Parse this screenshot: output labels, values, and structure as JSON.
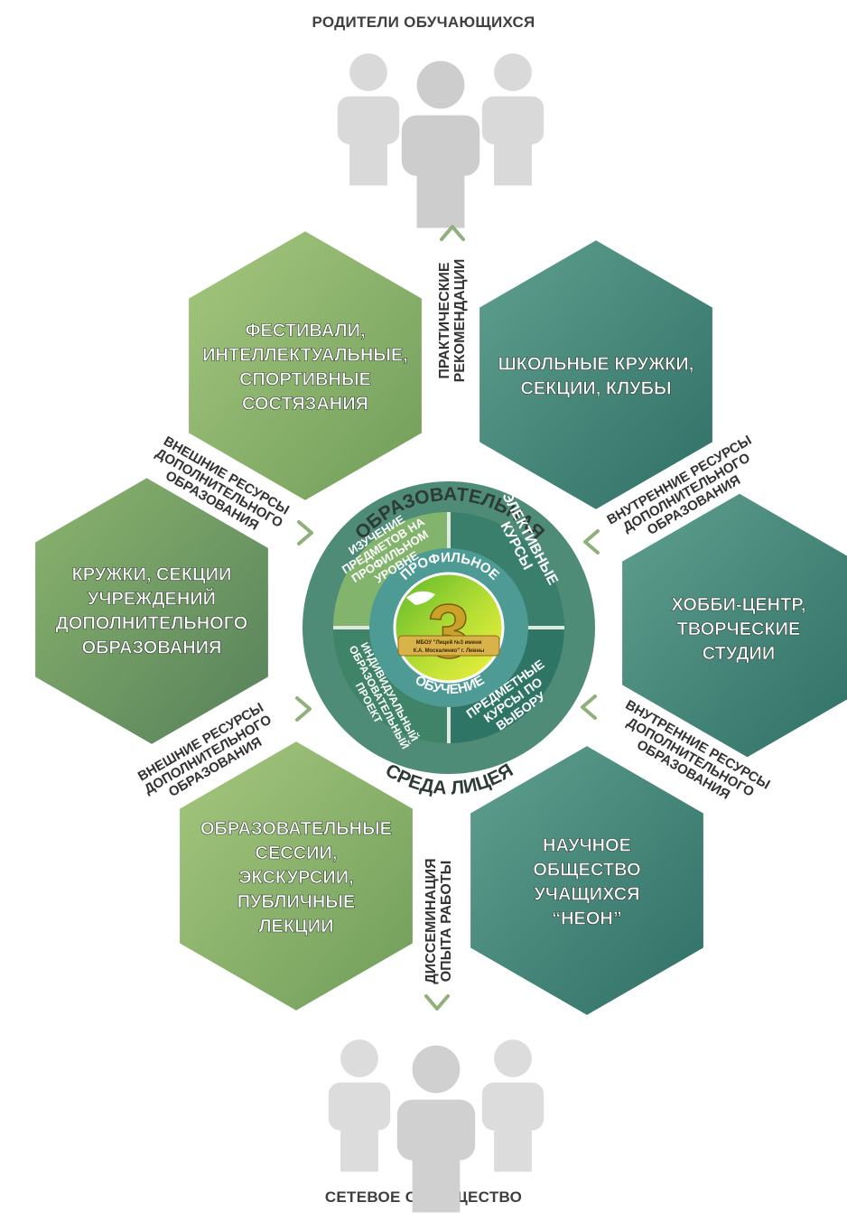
{
  "top_caption": "РОДИТЕЛИ ОБУЧАЮЩИХСЯ",
  "bottom_caption": "СЕТЕВОЕ СООБЩЕСТВО",
  "hexes": [
    {
      "id": "festivals",
      "lines": [
        "ФЕСТИВАЛИ,",
        "ИНТЕЛЛЕКТУАЛЬНЫЕ,",
        "СПОРТИВНЫЕ",
        "СОСТЯЗАНИЯ"
      ],
      "color": "#8ab26a"
    },
    {
      "id": "school-clubs",
      "lines": [
        "ШКОЛЬНЫЕ КРУЖКИ,",
        "СЕКЦИИ, КЛУБЫ"
      ],
      "color": "#3f8b80"
    },
    {
      "id": "external-clubs",
      "lines": [
        "КРУЖКИ, СЕКЦИИ",
        "УЧРЕЖДЕНИЙ",
        "ДОПОЛНИТЕЛЬНОГО",
        "ОБРАЗОВАНИЯ"
      ],
      "color": "#6e9b5a"
    },
    {
      "id": "hobby-center",
      "lines": [
        "ХОББИ-ЦЕНТР,",
        "ТВОРЧЕСКИЕ",
        "СТУДИИ"
      ],
      "color": "#3d8a83"
    },
    {
      "id": "educational-sessions",
      "lines": [
        "ОБРАЗОВАТЕЛЬНЫЕ",
        "СЕССИИ,",
        "ЭКСКУРСИИ,",
        "ПУБЛИЧНЫЕ",
        "ЛЕКЦИИ"
      ],
      "color": "#86ad68"
    },
    {
      "id": "scientific-society",
      "lines": [
        "НАУЧНОЕ",
        "ОБЩЕСТВО",
        "УЧАЩИХСЯ",
        "“НЕОН”"
      ],
      "color": "#3c8478"
    }
  ],
  "connectors": {
    "top": [
      "ПРАКТИЧЕСКИЕ",
      "РЕКОМЕНДАЦИИ"
    ],
    "bottom": [
      "ДИССЕМИНАЦИЯ",
      "ОПЫТА РАБОТЫ"
    ],
    "upper_left": [
      "ВНЕШНИЕ РЕСУРСЫ",
      "ДОПОЛНИТЕЛЬНОГО",
      "ОБРАЗОВАНИЯ"
    ],
    "lower_left": [
      "ВНЕШНИЕ РЕСУРСЫ",
      "ДОПОЛНИТЕЛЬНОГО",
      "ОБРАЗОВАНИЯ"
    ],
    "upper_right": [
      "ВНУТРЕННИЕ РЕСУРСЫ",
      "ДОПОЛНИТЕЛЬНОГО",
      "ОБРАЗОВАНИЯ"
    ],
    "lower_right": [
      "ВНУТРЕННИЕ РЕСУРСЫ",
      "ДОПОЛНИТЕЛЬНОГО",
      "ОБРАЗОВАНИЯ"
    ]
  },
  "center": {
    "outer_top": "ОБРАЗОВАТЕЛЬНАЯ",
    "outer_bottom": "СРЕДА ЛИЦЕЯ",
    "segments": [
      {
        "id": "profile-subjects",
        "lines": [
          "ИЗУЧЕНИЕ",
          "ПРЕДМЕТОВ НА",
          "ПРОФИЛЬНОМ",
          "УРОВНЕ"
        ]
      },
      {
        "id": "electives",
        "lines": [
          "ЭЛЕКТИВНЫЕ",
          "КУРСЫ"
        ]
      },
      {
        "id": "elective-subjects",
        "lines": [
          "ПРЕДМЕТНЫЕ",
          "КУРСЫ ПО",
          "ВЫБОРУ"
        ]
      },
      {
        "id": "individual-project",
        "lines": [
          "ИНДИВИДУАЛЬНЫЙ",
          "ОБРАЗОВАТЕЛЬНЫЙ",
          "ПРОЕКТ"
        ]
      }
    ],
    "inner_top": "ПРОФИЛЬНОЕ",
    "inner_bottom": "ОБУЧЕНИЕ",
    "logo_digit": "3",
    "logo_banner": [
      "МБОУ \"Лицей №3 имени",
      "К.А. Москаленко\" г. Ливны"
    ]
  },
  "colors": {
    "caption": "#3f3f3f",
    "people": "#d2d2d2",
    "chevron": "#8fb07a",
    "ring": "#4f8f78",
    "segment_light": "#7fb06a",
    "segment_dark": "#2f7566",
    "badge_green": "#6dc02a",
    "badge_yellow": "#e6ef3a"
  }
}
